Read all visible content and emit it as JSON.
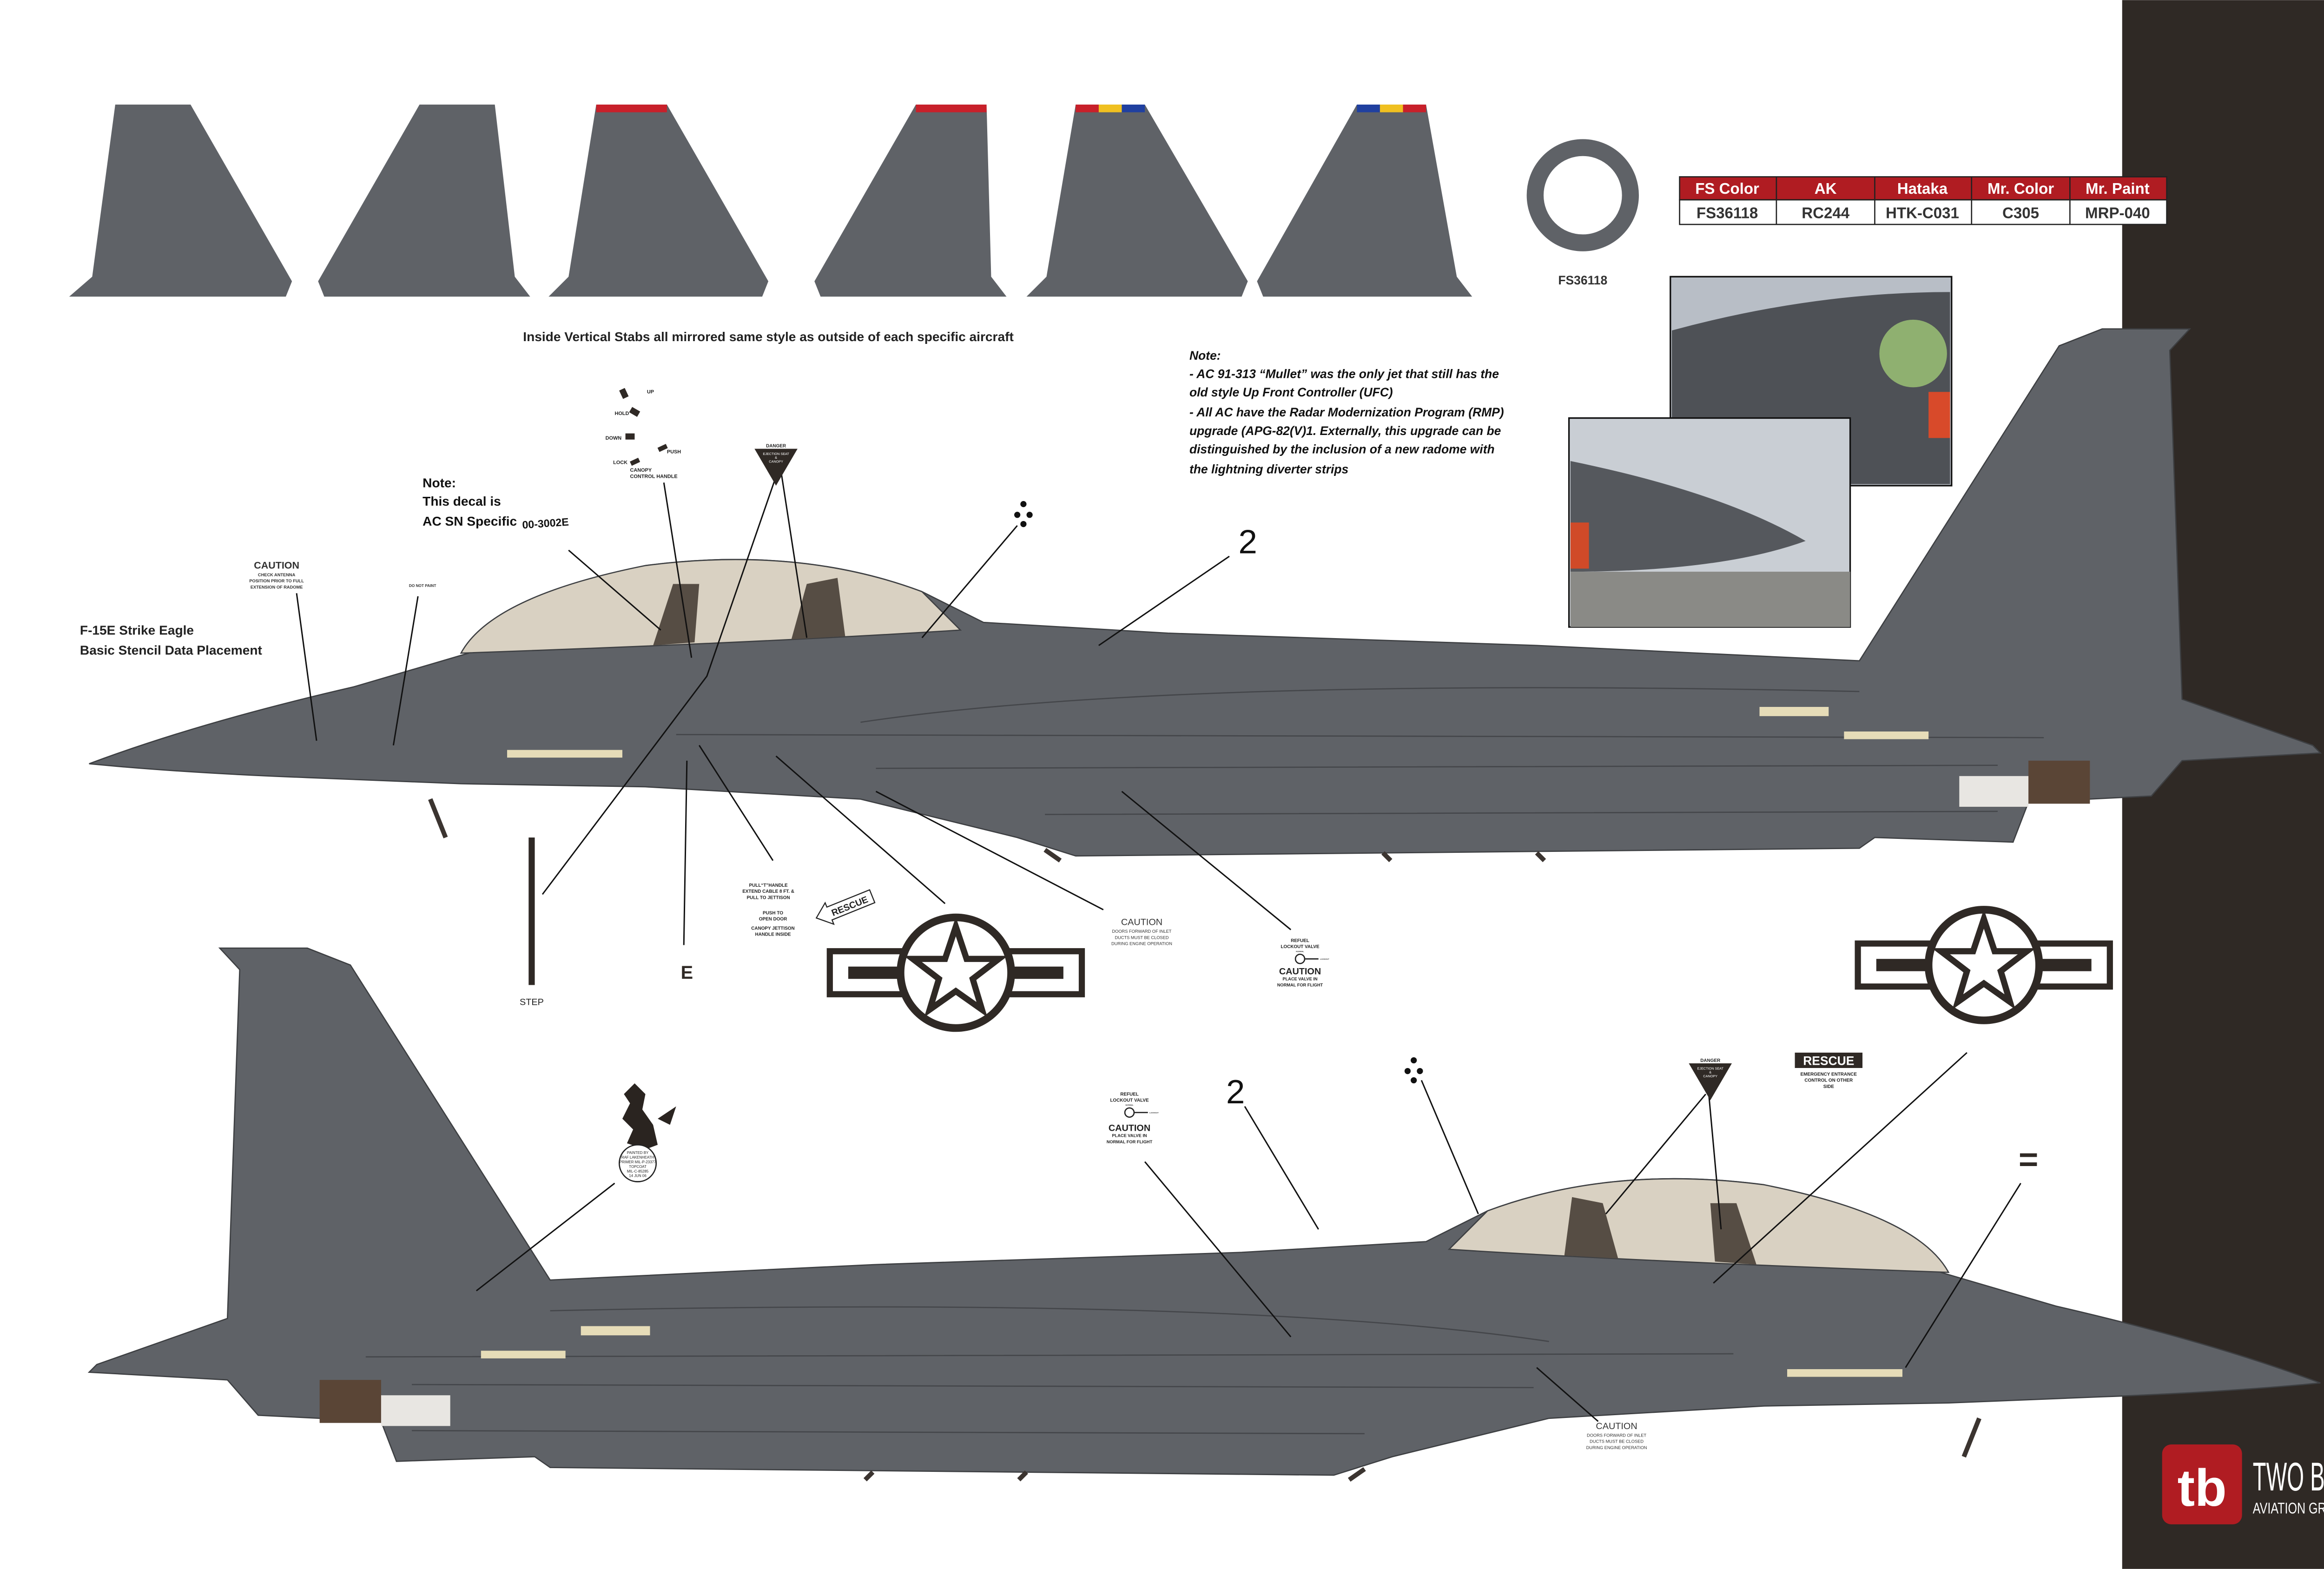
{
  "header": {
    "title": "F-15E Strike Eagle",
    "subtitle": "Basic Stencil Data Placement"
  },
  "stab_caption": "Inside Vertical Stabs all mirrored same style as outside of each specific aircraft",
  "roundel_label": "FS36118",
  "paint_table": {
    "headers": [
      "FS Color",
      "AK",
      "Hataka",
      "Mr. Color",
      "Mr. Paint"
    ],
    "values": [
      "FS36118",
      "RC244",
      "HTK-C031",
      "C305",
      "MRP-040"
    ]
  },
  "note_right": {
    "heading": "Note:",
    "lines": [
      "- AC 91-313 “Mullet” was the only jet that still has the",
      "old style Up Front Controller (UFC)",
      "- All AC have the Radar Modernization Program (RMP)",
      "upgrade (APG-82(V)1.  Externally, this upgrade can be",
      "distinguished by the inclusion of a new radome with",
      "the lightning diverter strips"
    ]
  },
  "note_left": {
    "lines": [
      "Note:",
      "This decal is",
      "AC SN Specific"
    ],
    "serial": "00-3002E"
  },
  "stencils": {
    "caution_radome": {
      "title": "CAUTION",
      "lines": [
        "CHECK ANTENNA",
        "POSITION PRIOR TO FULL",
        "EXTENSION OF RADOME"
      ]
    },
    "do_not_paint": "DO NOT PAINT",
    "canopy_handle": {
      "up": "UP",
      "hold": "HOLD",
      "down": "DOWN",
      "lock": "LOCK",
      "push": "PUSH",
      "lines": [
        "CANOPY",
        "CONTROL HANDLE"
      ]
    },
    "danger": {
      "word": "DANGER",
      "lines": [
        "EJECTION SEAT",
        "&",
        "CANOPY"
      ]
    },
    "jettison": {
      "lines": [
        "PULL“T”HANDLE",
        "EXTEND CABLE 8 FT. &",
        "PULL TO JETTISON"
      ],
      "push": [
        "PUSH TO",
        "OPEN DOOR"
      ],
      "inside": [
        "CANOPY JETTISON",
        "HANDLE INSIDE"
      ]
    },
    "rescue_arrow": "RESCUE",
    "caution_inlet": {
      "title": "CAUTION",
      "lines": [
        "DOORS FORWARD OF INLET",
        "DUCTS MUST BE CLOSED",
        "DURING ENGINE OPERATION"
      ]
    },
    "refuel": {
      "lines": [
        "REFUEL",
        "LOCKOUT VALVE"
      ],
      "normal": "NORMAL",
      "lockout": "LOCKOUT",
      "title": "CAUTION",
      "caution_lines": [
        "PLACE VALVE IN",
        "NORMAL FOR FLIGHT"
      ]
    },
    "step": "STEP",
    "number_two": "2",
    "letter_e": "E",
    "equals_mark": "=",
    "rescue_box": {
      "title": "RESCUE",
      "lines": [
        "EMERGENCY ENTRANCE",
        "CONTROL ON OTHER",
        "SIDE"
      ]
    },
    "paint_stamp": {
      "lines": [
        "PAINTED BY",
        "RAF LAKENHEATH",
        "PRIMER MIL-P-23377",
        "TOPCOAT",
        "MIL-C-85285",
        "14 JUN 06"
      ]
    }
  },
  "logo": {
    "mark": "tb",
    "name": "TWO BOBS",
    "tagline": "AVIATION GRAPHICS"
  },
  "colors": {
    "aircraft_gray": "#5f6267",
    "canopy": "#d9d1c2",
    "brand_red": "#b01c22",
    "panel_dark": "#2f2925",
    "table_header": "#b01c22"
  }
}
